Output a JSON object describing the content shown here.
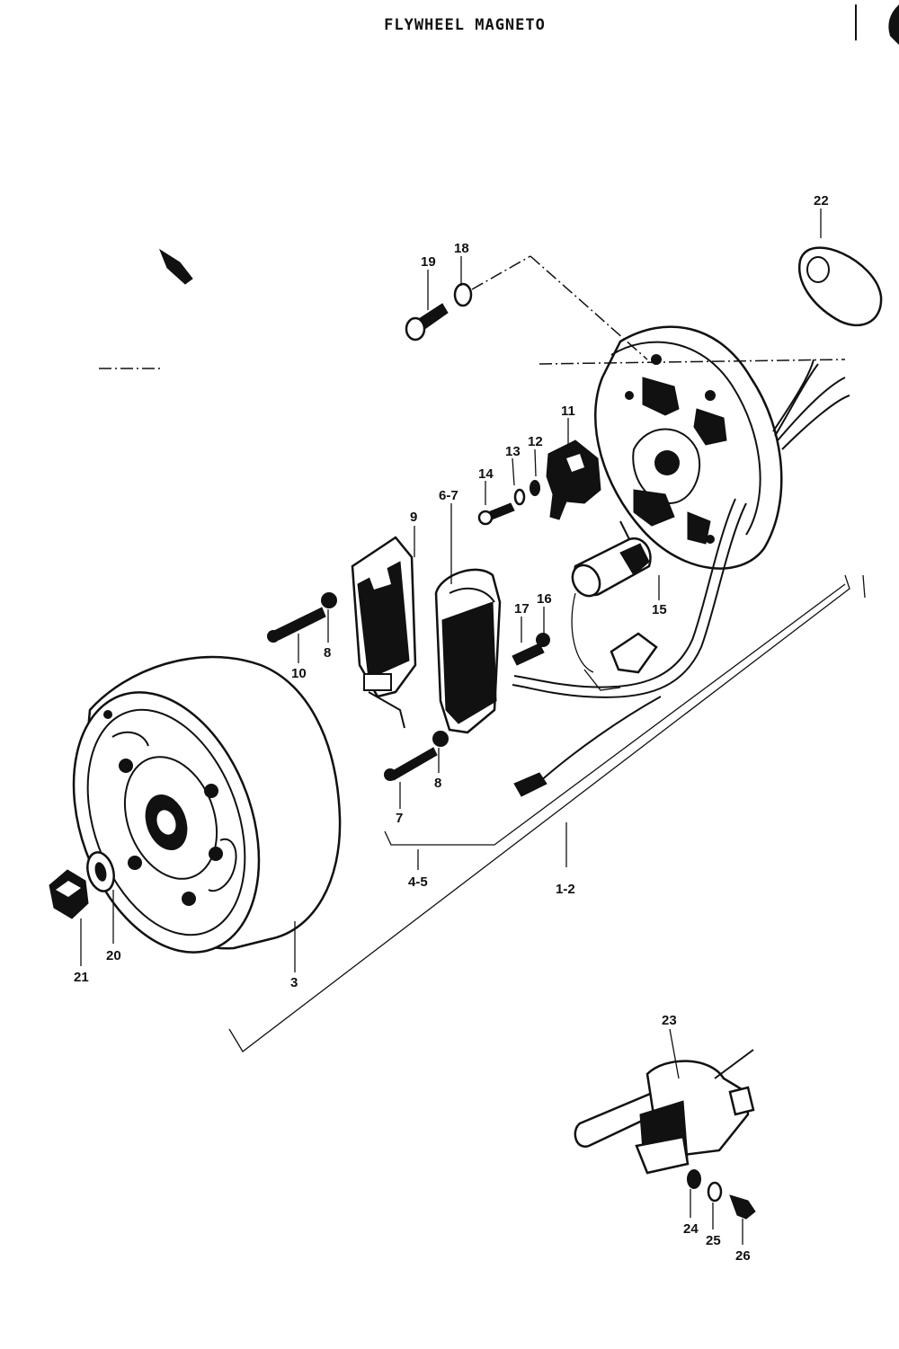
{
  "title": "FLYWHEEL MAGNETO",
  "callouts": [
    {
      "id": "c19a",
      "text": "19"
    },
    {
      "id": "c18a",
      "text": "18"
    },
    {
      "id": "c22",
      "text": "22"
    },
    {
      "id": "c11",
      "text": "11"
    },
    {
      "id": "c14",
      "text": "14"
    },
    {
      "id": "c13",
      "text": "13"
    },
    {
      "id": "c12",
      "text": "12"
    },
    {
      "id": "c9",
      "text": "9"
    },
    {
      "id": "c67",
      "text": "6-7"
    },
    {
      "id": "c15",
      "text": "15"
    },
    {
      "id": "c10",
      "text": "10"
    },
    {
      "id": "c8a",
      "text": "8"
    },
    {
      "id": "c17",
      "text": "17"
    },
    {
      "id": "c16",
      "text": "16"
    },
    {
      "id": "c7",
      "text": "7"
    },
    {
      "id": "c8b",
      "text": "8"
    },
    {
      "id": "c45",
      "text": "4-5"
    },
    {
      "id": "c12b",
      "text": "1-2"
    },
    {
      "id": "c21",
      "text": "21"
    },
    {
      "id": "c20",
      "text": "20"
    },
    {
      "id": "c3",
      "text": "3"
    },
    {
      "id": "c23",
      "text": "23"
    },
    {
      "id": "c24",
      "text": "24"
    },
    {
      "id": "c25",
      "text": "25"
    },
    {
      "id": "c26",
      "text": "26"
    }
  ]
}
